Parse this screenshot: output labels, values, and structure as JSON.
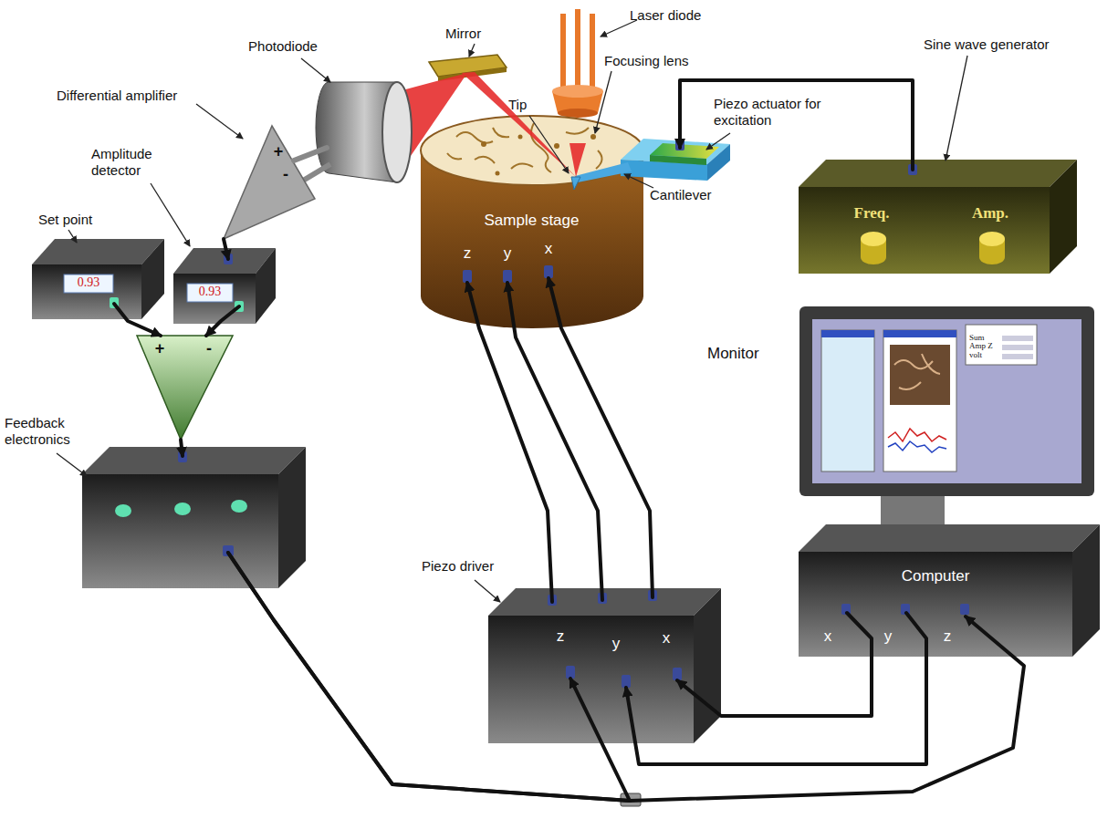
{
  "diagram": {
    "nodes": [
      {
        "text": [
          "Photodiode"
        ]
      },
      {
        "text": [
          "Differential amplifier",
          "+",
          "-"
        ]
      },
      {
        "text": [
          "Amplitude detector",
          "0.93"
        ]
      },
      {
        "text": [
          "Set point",
          "0.93"
        ]
      },
      {
        "text": [
          "+",
          "-"
        ]
      },
      {
        "text": [
          "Feedback electronics"
        ]
      },
      {
        "text": [
          "Piezo actuator for excitation"
        ]
      },
      {
        "text": [
          "Sine wave generator",
          "Freq.",
          "Amp."
        ]
      },
      {
        "text": [
          "Sample stage",
          "z",
          "y",
          "x"
        ]
      },
      {
        "text": [
          "Monitor",
          "Sum Amp Z volt"
        ]
      },
      {
        "text": [
          "Piezo driver",
          "z",
          "y",
          "x"
        ]
      },
      {
        "text": [
          "Computer",
          "x",
          "y",
          "z"
        ]
      }
    ],
    "edges": [
      {
        "from": 7,
        "to": 6,
        "arrow": "to"
      },
      {
        "from": 0,
        "to": 1,
        "arrow": "none"
      },
      {
        "from": 1,
        "to": 2,
        "arrow": "to"
      },
      {
        "from": 3,
        "to": 4,
        "arrow": "to"
      },
      {
        "from": 2,
        "to": 4,
        "arrow": "to"
      },
      {
        "from": 4,
        "to": 5,
        "arrow": "to"
      },
      {
        "from": 5,
        "to": 10,
        "arrow": "to"
      },
      {
        "from": 5,
        "to": 11,
        "arrow": "to"
      },
      {
        "from": 11,
        "to": 10,
        "arrow": "to"
      },
      {
        "from": 11,
        "to": 10,
        "arrow": "to"
      },
      {
        "from": 10,
        "to": 8,
        "arrow": "to"
      },
      {
        "from": 10,
        "to": 8,
        "arrow": "to"
      },
      {
        "from": 10,
        "to": 8,
        "arrow": "to"
      }
    ],
    "labels": [
      "Laser diode",
      "Mirror",
      "Focusing lens",
      "Tip",
      "Cantilever"
    ]
  }
}
